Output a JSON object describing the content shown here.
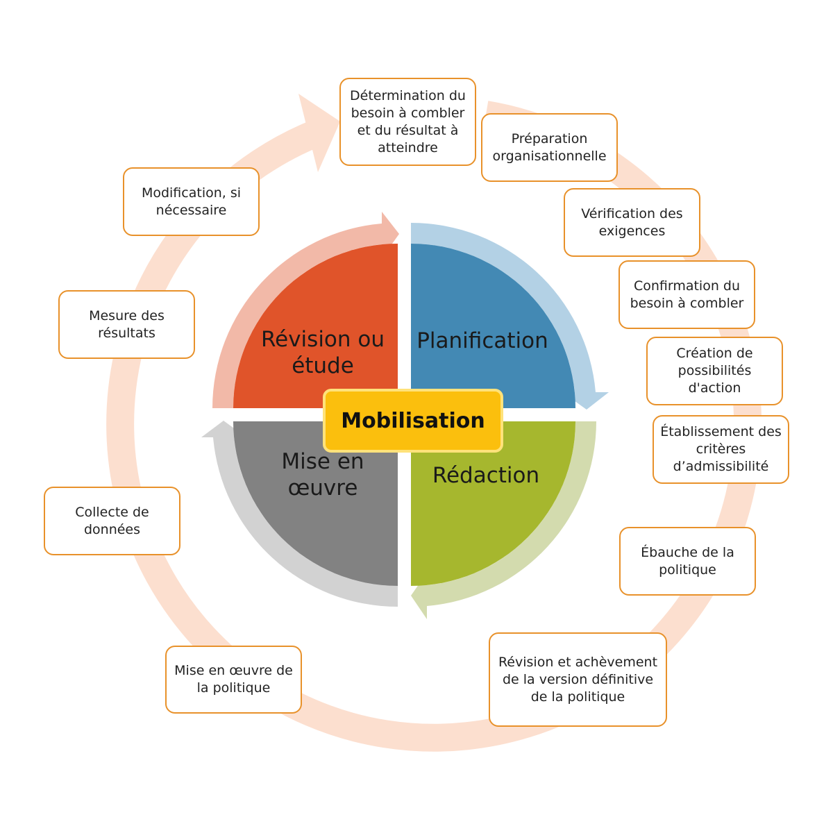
{
  "center_label": "Mobilisation",
  "quadrants": {
    "review": "Révision ou étude",
    "planning": "Planification",
    "drafting": "Rédaction",
    "implementation": "Mise en œuvre"
  },
  "steps": [
    "Détermination du besoin à combler et du résultat à atteindre",
    "Préparation organisationnelle",
    "Vérification des exigences",
    "Confirmation du besoin à combler",
    "Création de possibilités d'action",
    "Établissement des critères d’admissibilité",
    "Ébauche de la politique",
    "Révision et achèvement de la version définitive de la politique",
    "Mise en œuvre de la politique",
    "Collecte de données",
    "Mesure des résultats",
    "Modification, si nécessaire"
  ],
  "colors": {
    "review": "#e0542a",
    "planning": "#4389b4",
    "drafting": "#a6b72e",
    "implementation": "#828282",
    "ring": "#fcdfcf",
    "box_border": "#e8912a",
    "center": "#fbbf0d"
  }
}
